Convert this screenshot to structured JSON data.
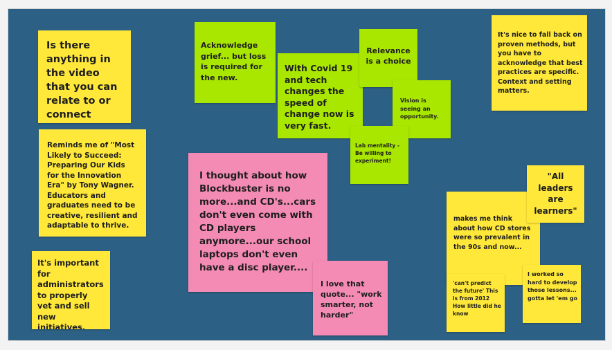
{
  "board": {
    "notes": [
      {
        "id": "n1",
        "color": "#ffe83a",
        "text": "Is there anything in the video that you can relate to or connect with?"
      },
      {
        "id": "n2",
        "color": "#ffe83a",
        "text": "Reminds me of \"Most Likely to Succeed: Preparing Our Kids for the Innovation Era\" by Tony Wagner. Educators and graduates need to be creative, resilient and adaptable to thrive."
      },
      {
        "id": "n3",
        "color": "#ffe83a",
        "text": "It's important for administrators to properly vet and sell new initiatives."
      },
      {
        "id": "n4",
        "color": "#a9e600",
        "text": "Acknowledge grief... but loss is required for the new."
      },
      {
        "id": "n5",
        "color": "#a9e600",
        "text": "With Covid 19 and tech changes the speed of change now is very fast."
      },
      {
        "id": "n6",
        "color": "#a9e600",
        "text": "Relevance is a choice"
      },
      {
        "id": "n7",
        "color": "#a9e600",
        "text": "Vision is seeing an opportunity."
      },
      {
        "id": "n8",
        "color": "#a9e600",
        "text": "Lab mentality - Be willing to experiment!"
      },
      {
        "id": "n9",
        "color": "#f48bb4",
        "text": "I thought about how Blockbuster is no more...and CD's...cars don't even come with CD players anymore...our school laptops don't even have a disc player...."
      },
      {
        "id": "n10",
        "color": "#f48bb4",
        "text": "I love that quote... \"work smarter, not harder\""
      },
      {
        "id": "n11",
        "color": "#ffe83a",
        "text": "It's nice to fall back on proven methods, but you have to acknowledge that best practices are specific. Context and setting matters."
      },
      {
        "id": "n12",
        "color": "#ffe83a",
        "text": "\"All leaders are learners\""
      },
      {
        "id": "n13",
        "color": "#ffe83a",
        "text": "makes me think about how CD stores were so prevalent in the 90s and now..."
      },
      {
        "id": "n14",
        "color": "#ffe83a",
        "text": "'can't predict the future' This is from 2012    How little did he know"
      },
      {
        "id": "n15",
        "color": "#ffe83a",
        "text": "I worked so hard to develop those lessons... gotta let 'em go"
      }
    ]
  }
}
